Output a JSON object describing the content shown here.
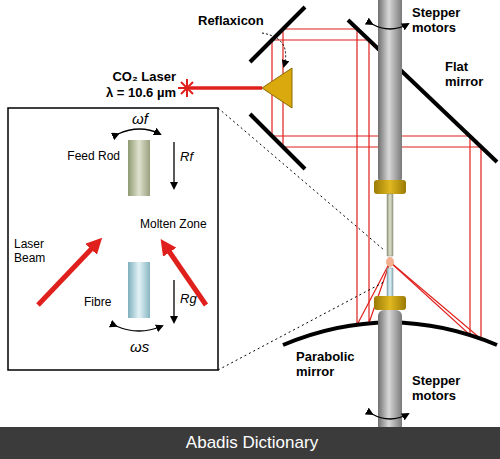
{
  "diagram": {
    "labels": [
      "Reflaxicon",
      "CO₂ Laser",
      "λ = 10.6 µm",
      "Stepper motors",
      "Flat mirror",
      "ωf",
      "Feed Rod",
      "Rf",
      "Molten Zone",
      "Laser Beam",
      "Fibre",
      "Rg",
      "ωs",
      "Parabolic mirror",
      "Stepper motors",
      "Abadis Dictionary"
    ]
  }
}
